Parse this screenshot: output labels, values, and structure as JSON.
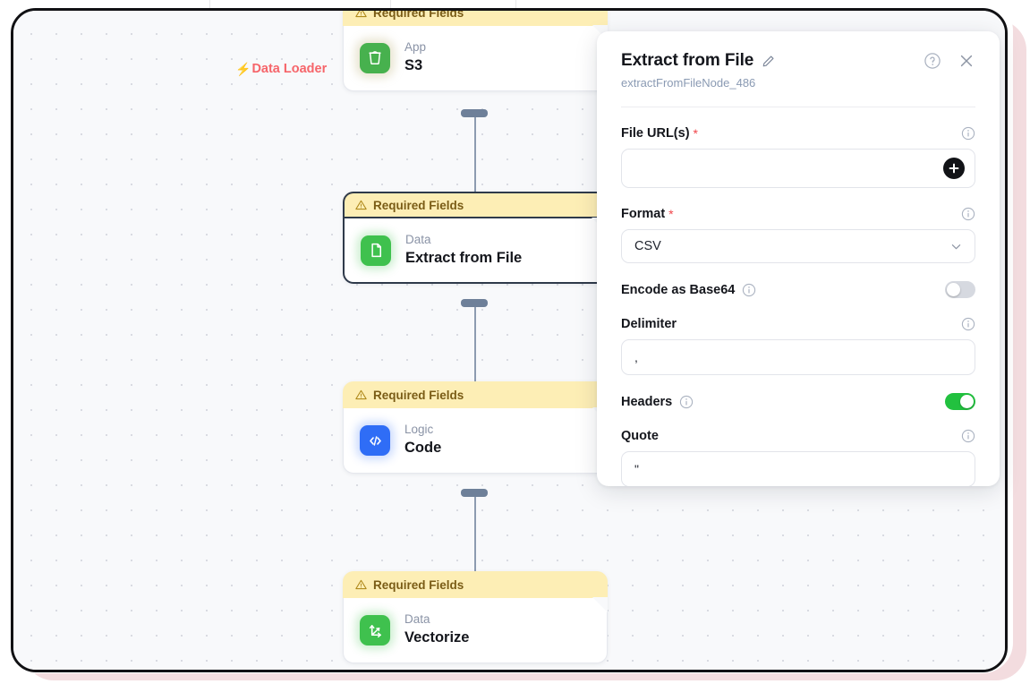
{
  "canvas": {
    "group_label": {
      "text": "Data Loader",
      "icon": "lightning-bolt-icon",
      "color": "#f6656a"
    },
    "warning_label": "Required Fields",
    "nodes": [
      {
        "category": "App",
        "title": "S3",
        "icon": "s3-bucket-icon",
        "selected": false
      },
      {
        "category": "Data",
        "title": "Extract from File",
        "icon": "file-document-icon",
        "selected": true
      },
      {
        "category": "Logic",
        "title": "Code",
        "icon": "code-brackets-icon",
        "selected": false
      },
      {
        "category": "Data",
        "title": "Vectorize",
        "icon": "vector-axes-icon",
        "selected": false
      }
    ]
  },
  "panel": {
    "title": "Extract from File",
    "edit_icon": "pencil-icon",
    "node_id": "extractFromFileNode_486",
    "help_icon": "question-circle-icon",
    "close_icon": "close-x-icon",
    "fields": {
      "file_urls": {
        "label": "File URL(s)",
        "required": true,
        "value": "",
        "add_icon": "plus-icon"
      },
      "format": {
        "label": "Format",
        "required": true,
        "value": "CSV",
        "chevron_icon": "chevron-down-icon"
      },
      "encode_base64": {
        "label": "Encode as Base64",
        "enabled": false
      },
      "delimiter": {
        "label": "Delimiter",
        "required": false,
        "value": ","
      },
      "headers": {
        "label": "Headers",
        "enabled": true
      },
      "quote": {
        "label": "Quote",
        "required": false,
        "value": "\""
      }
    },
    "info_icon": "info-circle-icon"
  },
  "theme": {
    "accent_green": "#22c13f",
    "warning_bg": "#fdeeb5",
    "warning_text": "#7a5c16",
    "danger": "#f0454a",
    "frame": "#111114"
  }
}
